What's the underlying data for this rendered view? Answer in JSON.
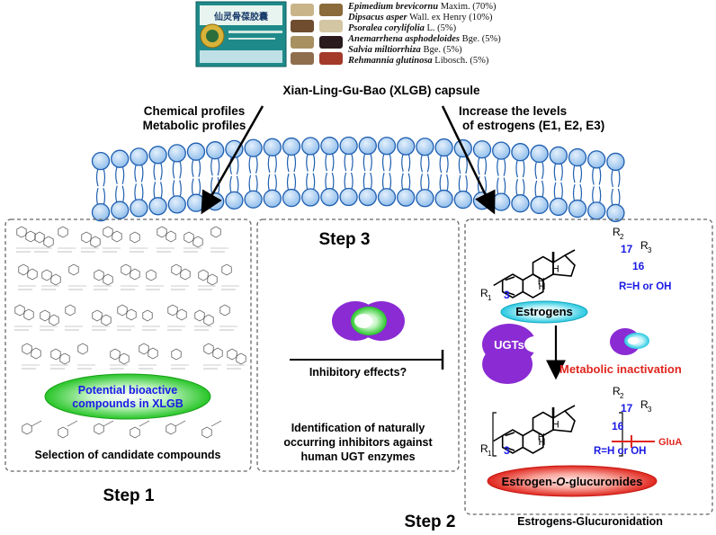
{
  "product": {
    "box_text": "仙灵骨葆胶囊",
    "caption": "Xian-Ling-Gu-Bao (XLGB) capsule",
    "herbs": [
      {
        "latin": "Epimedium brevicornu",
        "author": "Maxim.",
        "pct": "(70%)"
      },
      {
        "latin": "Dipsacus asper",
        "author": "Wall. ex Henry",
        "pct": "(10%)"
      },
      {
        "latin": "Psoralea corylifolia",
        "author": "L.",
        "pct": "(5%)"
      },
      {
        "latin": "Anemarrhena asphodeloides",
        "author": "Bge.",
        "pct": "(5%)"
      },
      {
        "latin": "Salvia miltiorrhiza",
        "author": "Bge.",
        "pct": "(5%)"
      },
      {
        "latin": "Rehmannia glutinosa",
        "author": "Libosch.",
        "pct": "(5%)"
      }
    ]
  },
  "membrane": {
    "left_label_1": "Chemical profiles",
    "left_label_2": "Metabolic profiles",
    "right_label_1": "Increase the levels",
    "right_label_2": "of estrogens (E1, E2, E3)"
  },
  "step1": {
    "ellipse_line_1": "Potential bioactive",
    "ellipse_line_2": "compounds in XLGB",
    "caption": "Selection of candidate compounds",
    "title": "Step 1"
  },
  "step3": {
    "title": "Step 3",
    "inhibit_label": "Inhibitory effects?",
    "desc_1": "Identification of naturally",
    "desc_2": "occurring inhibitors against",
    "desc_3": "human UGT enzymes"
  },
  "step2": {
    "title": "Step 2",
    "r2": "R",
    "r2_sub": "2",
    "r3": "R",
    "r3_sub": "3",
    "r1": "R",
    "r1_sub": "1",
    "pos17": "17",
    "pos16": "16",
    "pos3": "3",
    "r_def": "R=H or OH",
    "estrogens_label": "Estrogens",
    "ugt_label": "UGTs",
    "metabolic_label": "Metabolic inactivation",
    "glua_label": "GluA",
    "glucuronide_label_pre": "Estrogen-",
    "glucuronide_label_italic": "O",
    "glucuronide_label_post": "-glucuronides",
    "caption": "Estrogens-Glucuronidation"
  },
  "colors": {
    "membrane_fill": "#a9cdf2",
    "membrane_stroke": "#1f5fb0",
    "ugt_purple": "#8a2bd3",
    "green_ellipse": "#2ec92e",
    "cyan_ellipse": "#39d2e6",
    "red_ellipse": "#e5372c",
    "blue_text": "#1a1ae6",
    "red_text": "#e0261e"
  }
}
